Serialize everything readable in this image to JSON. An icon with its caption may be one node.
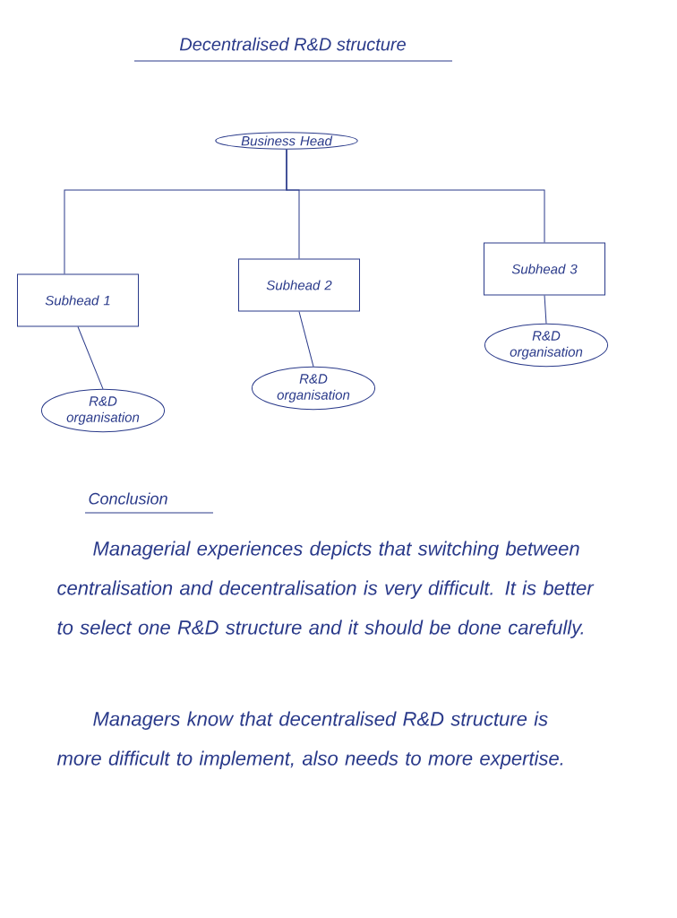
{
  "diagram": {
    "title": "Decentralised R&D structure",
    "nodes": [
      {
        "text": [
          "Business Head"
        ]
      },
      {
        "text": [
          "Subhead 1"
        ]
      },
      {
        "text": [
          "Subhead 2"
        ]
      },
      {
        "text": [
          "Subhead 3"
        ]
      },
      {
        "text": [
          "R&D organisation"
        ]
      },
      {
        "text": [
          "R&D organisation"
        ]
      },
      {
        "text": [
          "R&D organisation"
        ]
      }
    ],
    "edges": [
      {
        "from": 0,
        "to": 1,
        "arrow": "none"
      },
      {
        "from": 0,
        "to": 2,
        "arrow": "none"
      },
      {
        "from": 0,
        "to": 3,
        "arrow": "none"
      },
      {
        "from": 1,
        "to": 4,
        "arrow": "none"
      },
      {
        "from": 2,
        "to": 5,
        "arrow": "none"
      },
      {
        "from": 3,
        "to": 6,
        "arrow": "none"
      }
    ],
    "labels": [
      "Conclusion",
      "Managerial experiences depicts that switching between centralisation and decentralisation is very difficult. It is better to select one R&D structure and it should be done carefully.",
      "Managers know that decentralised R&D structure is more difficult to implement, also needs to more expertise."
    ]
  }
}
